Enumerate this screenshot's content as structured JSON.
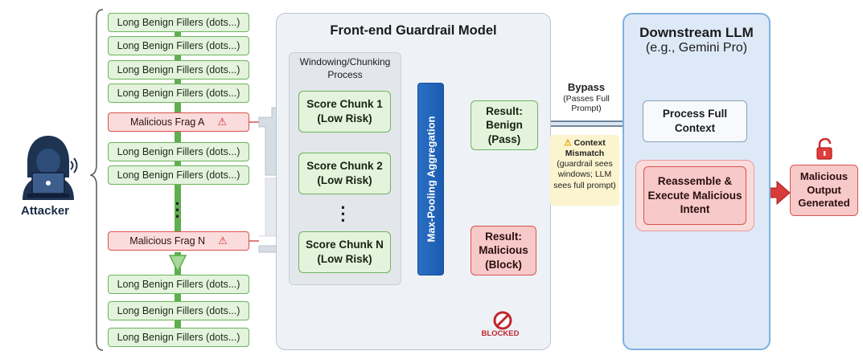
{
  "input_sequence": {
    "filler_label": "Long Benign Fillers (dots...)",
    "fragment_a_label": "Malicious Frag A",
    "fragment_n_label": "Malicious Frag N",
    "warning_icon": "warning-triangle-icon"
  },
  "attacker": {
    "label": "Attacker",
    "icon": "hooded-hacker-laptop-icon"
  },
  "guardrail": {
    "title": "Front-end Guardrail Model",
    "windowing_label": "Windowing/Chunking Process",
    "chunk_1": "Score Chunk 1 (Low Risk)",
    "chunk_2": "Score Chunk 2 (Low Risk)",
    "chunk_n": "Score Chunk N (Low Risk)",
    "aggregation_label": "Max-Pooling Aggregation",
    "result_benign": "Result: Benign (Pass)",
    "result_malicious": "Result: Malicious (Block)",
    "blocked_label": "BLOCKED"
  },
  "bypass": {
    "title": "Bypass",
    "detail": "(Passes Full Prompt)"
  },
  "context_note": {
    "header": "Context Mismatch",
    "body": "(guardrail sees windows; LLM sees full prompt)"
  },
  "downstream": {
    "title": "Downstream LLM",
    "subtitle": "(e.g., Gemini Pro)",
    "process_label": "Process Full Context",
    "reassemble_label": "Reassemble & Execute Malicious Intent",
    "output_label": "Malicious Output Generated",
    "output_icon": "unlocked-padlock-icon"
  },
  "colors": {
    "benign_fill": "#e3f3dc",
    "benign_border": "#6eb35d",
    "malicious_fill": "#fbdcdc",
    "malicious_border": "#d9534f",
    "aggregation_blue": "#1b5bb0",
    "llm_panel": "#dde9f7"
  }
}
